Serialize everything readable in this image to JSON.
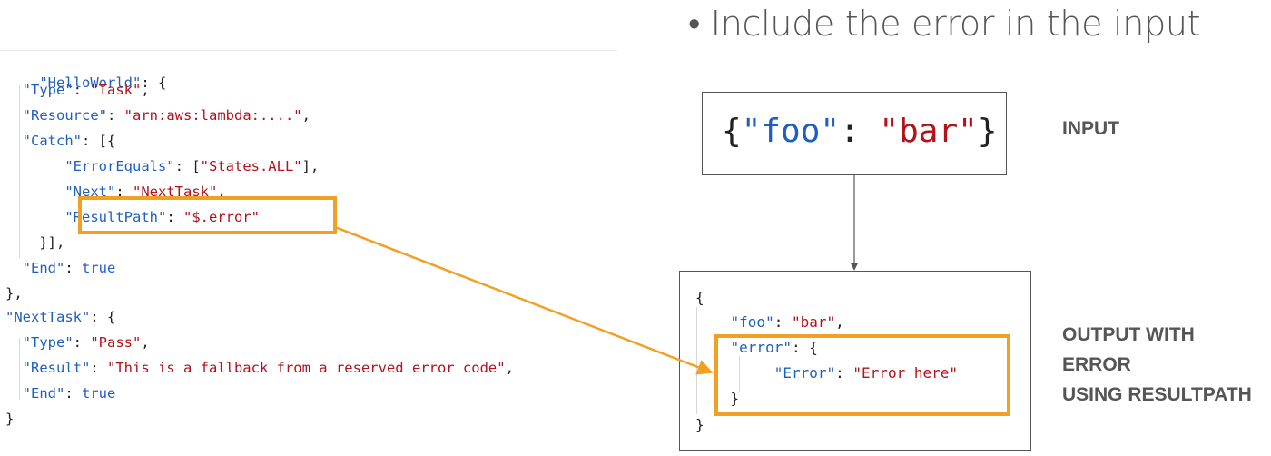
{
  "bullet": "• Include the error in the input",
  "code_lines": [
    "\"HelloWorld\": {",
    "\"Type\": \"Task\",",
    "\"Resource\": \"arn:aws:lambda:....\",",
    "\"Catch\": [{",
    "\"ErrorEquals\": [\"States.ALL\"],",
    "\"Next\": \"NextTask\",",
    "\"ResultPath\": \"$.error\"",
    "}],",
    "\"End\": true",
    "},",
    "\"NextTask\": {",
    "\"Type\": \"Pass\",",
    "\"Result\": \"This is a fallback from a reserved error code\",",
    "\"End\": true",
    "}"
  ],
  "input_json": "{\"foo\": \"bar\"}",
  "output_lines": [
    "{",
    "\"foo\": \"bar\",",
    "\"error\": {",
    "\"Error\": \"Error here\"",
    "}",
    "}"
  ],
  "labels": {
    "input": "INPUT",
    "output_line1": "OUTPUT WITH",
    "output_line2": "ERROR",
    "output_line3": "USING RESULTPATH"
  },
  "colors": {
    "highlight": "#f0a024",
    "key": "#1f5fbf",
    "string": "#b4111a",
    "keyword": "#2458d6"
  }
}
